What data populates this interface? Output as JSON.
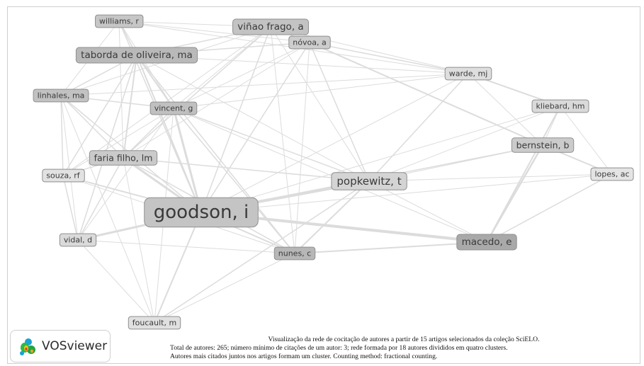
{
  "network": {
    "nodes": [
      {
        "id": "goodson",
        "label": "goodson, i",
        "weight": 10,
        "shade": "#c4c4c4"
      },
      {
        "id": "popkewitz",
        "label": "popkewitz, t",
        "weight": 5,
        "shade": "#d4d4d4"
      },
      {
        "id": "taborda",
        "label": "taborda de oliveira, ma",
        "weight": 4,
        "shade": "#b9b9b9"
      },
      {
        "id": "vinao",
        "label": "viñao frago, a",
        "weight": 4,
        "shade": "#c3c3c3"
      },
      {
        "id": "macedo",
        "label": "macedo, e",
        "weight": 4,
        "shade": "#a9a9a9"
      },
      {
        "id": "faria",
        "label": "faria filho, lm",
        "weight": 3,
        "shade": "#cacaca"
      },
      {
        "id": "bernstein",
        "label": "bernstein, b",
        "weight": 3,
        "shade": "#cbcbcb"
      },
      {
        "id": "williams",
        "label": "williams, r",
        "weight": 2,
        "shade": "#c6c6c6"
      },
      {
        "id": "novoa",
        "label": "nóvoa, a",
        "weight": 2,
        "shade": "#cdcdcd"
      },
      {
        "id": "warde",
        "label": "warde, mj",
        "weight": 2,
        "shade": "#dedede"
      },
      {
        "id": "linhales",
        "label": "linhales, ma",
        "weight": 2,
        "shade": "#c2c2c2"
      },
      {
        "id": "vincent",
        "label": "vincent, g",
        "weight": 2,
        "shade": "#c0c0c0"
      },
      {
        "id": "kliebard",
        "label": "kliebard, hm",
        "weight": 2,
        "shade": "#dadada"
      },
      {
        "id": "souza",
        "label": "souza, rf",
        "weight": 2,
        "shade": "#e2e2e2"
      },
      {
        "id": "lopes",
        "label": "lopes, ac",
        "weight": 2,
        "shade": "#e4e4e4"
      },
      {
        "id": "vidal",
        "label": "vidal, d",
        "weight": 2,
        "shade": "#dadada"
      },
      {
        "id": "nunes",
        "label": "nunes, c",
        "weight": 2,
        "shade": "#b7b7b7"
      },
      {
        "id": "foucault",
        "label": "foucault, m",
        "weight": 2,
        "shade": "#e0e0e0"
      }
    ],
    "edges": [
      [
        "goodson",
        "popkewitz",
        4
      ],
      [
        "goodson",
        "macedo",
        4
      ],
      [
        "goodson",
        "faria",
        3
      ],
      [
        "goodson",
        "vincent",
        3
      ],
      [
        "goodson",
        "taborda",
        2
      ],
      [
        "goodson",
        "nunes",
        2
      ],
      [
        "goodson",
        "vidal",
        3
      ],
      [
        "goodson",
        "foucault",
        2
      ],
      [
        "goodson",
        "souza",
        2
      ],
      [
        "goodson",
        "linhales",
        1.5
      ],
      [
        "goodson",
        "williams",
        1.5
      ],
      [
        "goodson",
        "vinao",
        1.5
      ],
      [
        "goodson",
        "novoa",
        1.5
      ],
      [
        "goodson",
        "bernstein",
        1.5
      ],
      [
        "goodson",
        "warde",
        1
      ],
      [
        "goodson",
        "kliebard",
        1
      ],
      [
        "goodson",
        "lopes",
        1
      ],
      [
        "popkewitz",
        "nunes",
        2
      ],
      [
        "popkewitz",
        "foucault",
        1.5
      ],
      [
        "popkewitz",
        "warde",
        1.5
      ],
      [
        "popkewitz",
        "novoa",
        1.5
      ],
      [
        "popkewitz",
        "vinao",
        1
      ],
      [
        "popkewitz",
        "faria",
        1.5
      ],
      [
        "popkewitz",
        "vincent",
        1.5
      ],
      [
        "popkewitz",
        "bernstein",
        1
      ],
      [
        "popkewitz",
        "macedo",
        1
      ],
      [
        "popkewitz",
        "kliebard",
        1
      ],
      [
        "popkewitz",
        "lopes",
        1
      ],
      [
        "popkewitz",
        "taborda",
        1
      ],
      [
        "macedo",
        "bernstein",
        2.5
      ],
      [
        "macedo",
        "kliebard",
        2
      ],
      [
        "macedo",
        "nunes",
        2
      ],
      [
        "macedo",
        "lopes",
        1.5
      ],
      [
        "bernstein",
        "lopes",
        2
      ],
      [
        "bernstein",
        "kliebard",
        1
      ],
      [
        "bernstein",
        "warde",
        1
      ],
      [
        "bernstein",
        "novoa",
        2
      ],
      [
        "kliebard",
        "warde",
        2
      ],
      [
        "kliebard",
        "lopes",
        1
      ],
      [
        "warde",
        "novoa",
        1.5
      ],
      [
        "warde",
        "vinao",
        1
      ],
      [
        "warde",
        "taborda",
        1
      ],
      [
        "warde",
        "williams",
        1
      ],
      [
        "warde",
        "linhales",
        1
      ],
      [
        "warde",
        "vincent",
        1
      ],
      [
        "novoa",
        "vinao",
        1
      ],
      [
        "novoa",
        "taborda",
        1.5
      ],
      [
        "novoa",
        "nunes",
        1
      ],
      [
        "novoa",
        "vincent",
        1
      ],
      [
        "novoa",
        "faria",
        1
      ],
      [
        "novoa",
        "williams",
        1
      ],
      [
        "vinao",
        "williams",
        1
      ],
      [
        "vinao",
        "taborda",
        1.5
      ],
      [
        "vinao",
        "vincent",
        1
      ],
      [
        "vinao",
        "faria",
        1.5
      ],
      [
        "vinao",
        "souza",
        1
      ],
      [
        "vinao",
        "linhales",
        1
      ],
      [
        "vinao",
        "nunes",
        1
      ],
      [
        "taborda",
        "williams",
        1.5
      ],
      [
        "taborda",
        "linhales",
        1.5
      ],
      [
        "taborda",
        "vincent",
        2
      ],
      [
        "taborda",
        "faria",
        2
      ],
      [
        "taborda",
        "souza",
        1.5
      ],
      [
        "taborda",
        "vidal",
        1.5
      ],
      [
        "taborda",
        "nunes",
        1.5
      ],
      [
        "williams",
        "linhales",
        1
      ],
      [
        "williams",
        "vincent",
        1
      ],
      [
        "williams",
        "faria",
        1
      ],
      [
        "linhales",
        "vincent",
        1.5
      ],
      [
        "linhales",
        "faria",
        1.5
      ],
      [
        "linhales",
        "souza",
        1.5
      ],
      [
        "linhales",
        "vidal",
        1
      ],
      [
        "linhales",
        "foucault",
        1
      ],
      [
        "vincent",
        "faria",
        1.5
      ],
      [
        "vincent",
        "souza",
        1
      ],
      [
        "vincent",
        "vidal",
        1
      ],
      [
        "vincent",
        "nunes",
        1.5
      ],
      [
        "vincent",
        "macedo",
        1
      ],
      [
        "faria",
        "souza",
        1.5
      ],
      [
        "faria",
        "vidal",
        1.5
      ],
      [
        "faria",
        "nunes",
        1.5
      ],
      [
        "faria",
        "foucault",
        1
      ],
      [
        "souza",
        "vidal",
        1.5
      ],
      [
        "souza",
        "nunes",
        1
      ],
      [
        "vidal",
        "nunes",
        1
      ],
      [
        "vidal",
        "foucault",
        1
      ],
      [
        "nunes",
        "foucault",
        1
      ],
      [
        "foucault",
        "vincent",
        1
      ]
    ]
  },
  "logo": {
    "text": "VOSviewer",
    "icon": "vosviewer-logo-icon"
  },
  "caption": {
    "line1": "Visualização da rede de cocitação de autores a partir de 15 artigos selecionados da coleção SciELO.",
    "line2": "Total de autores: 265; número mínimo de citações de um autor: 3; rede formada por 18 autores divididos em quatro clusters.",
    "line3": "Autores mais citados juntos nos artigos formam um cluster. Counting method: fractional counting."
  }
}
